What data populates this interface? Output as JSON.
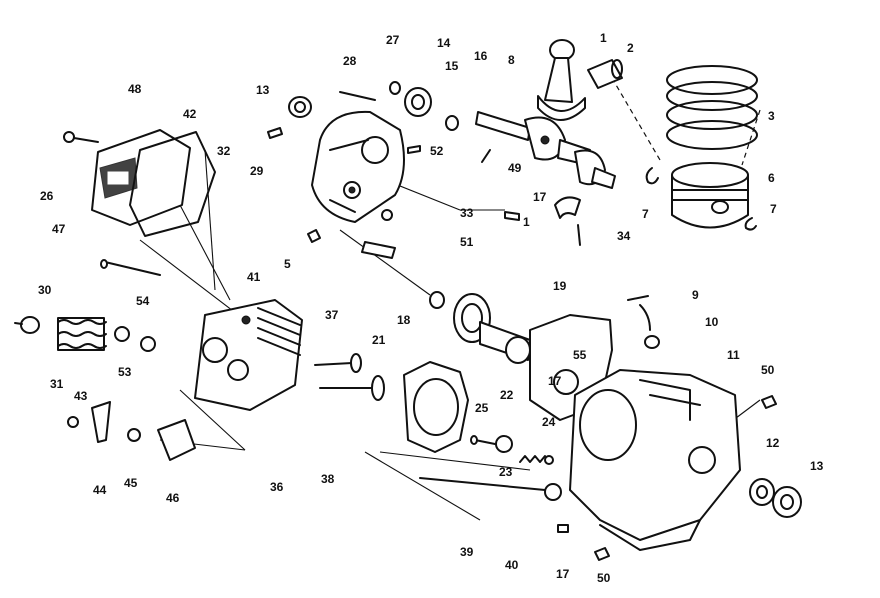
{
  "callouts": [
    "1",
    "2",
    "3",
    "6",
    "7",
    "8",
    "14",
    "15",
    "16",
    "27",
    "28",
    "13",
    "48",
    "42",
    "26",
    "32",
    "29",
    "52",
    "49",
    "17",
    "33",
    "34",
    "5",
    "41",
    "47",
    "51",
    "9",
    "10",
    "11",
    "18",
    "19",
    "55",
    "30",
    "54",
    "37",
    "21",
    "31",
    "53",
    "43",
    "25",
    "22",
    "24",
    "23",
    "50",
    "12",
    "44",
    "45",
    "46",
    "36",
    "38",
    "39",
    "40"
  ],
  "assembly": "Engine parts exploded view"
}
